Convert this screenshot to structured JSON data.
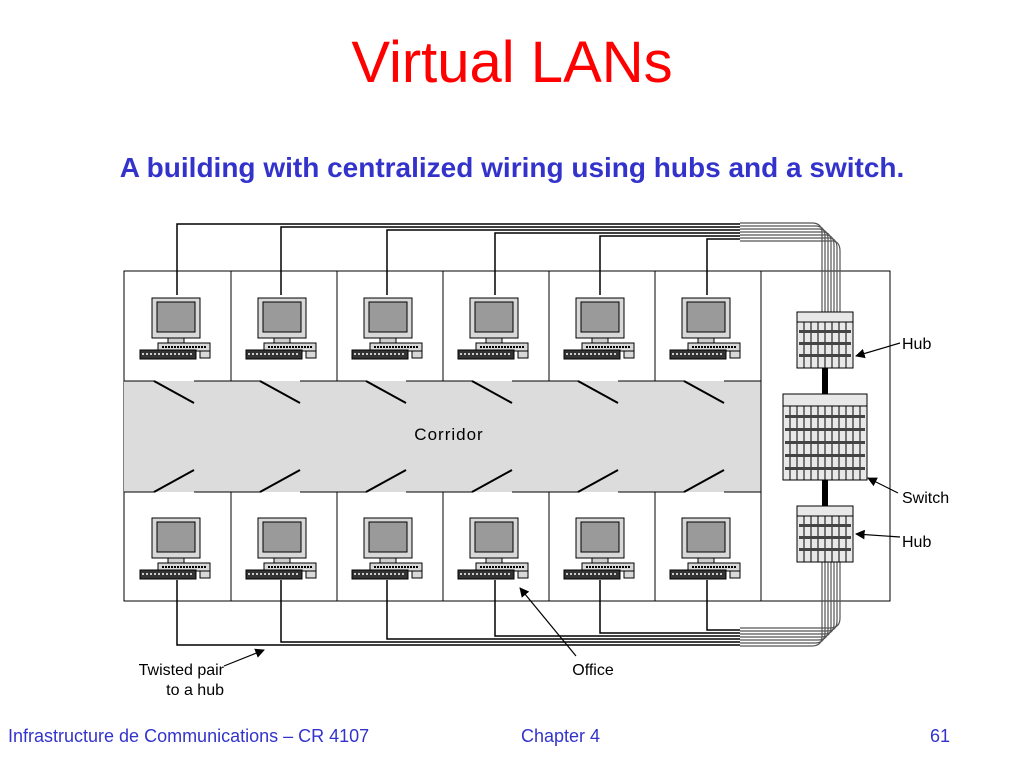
{
  "slide": {
    "title": "Virtual LANs",
    "subtitle": "A building with centralized wiring using hubs and a switch."
  },
  "diagram": {
    "corridor_label": "Corridor",
    "hub_top_label": "Hub",
    "switch_label": "Switch",
    "hub_bottom_label": "Hub",
    "twisted_pair_line1": "Twisted pair",
    "twisted_pair_line2": "to a hub",
    "office_label": "Office"
  },
  "footer": {
    "course": "Infrastructure de Communications – CR 4107",
    "chapter": "Chapter 4",
    "page": "61"
  }
}
